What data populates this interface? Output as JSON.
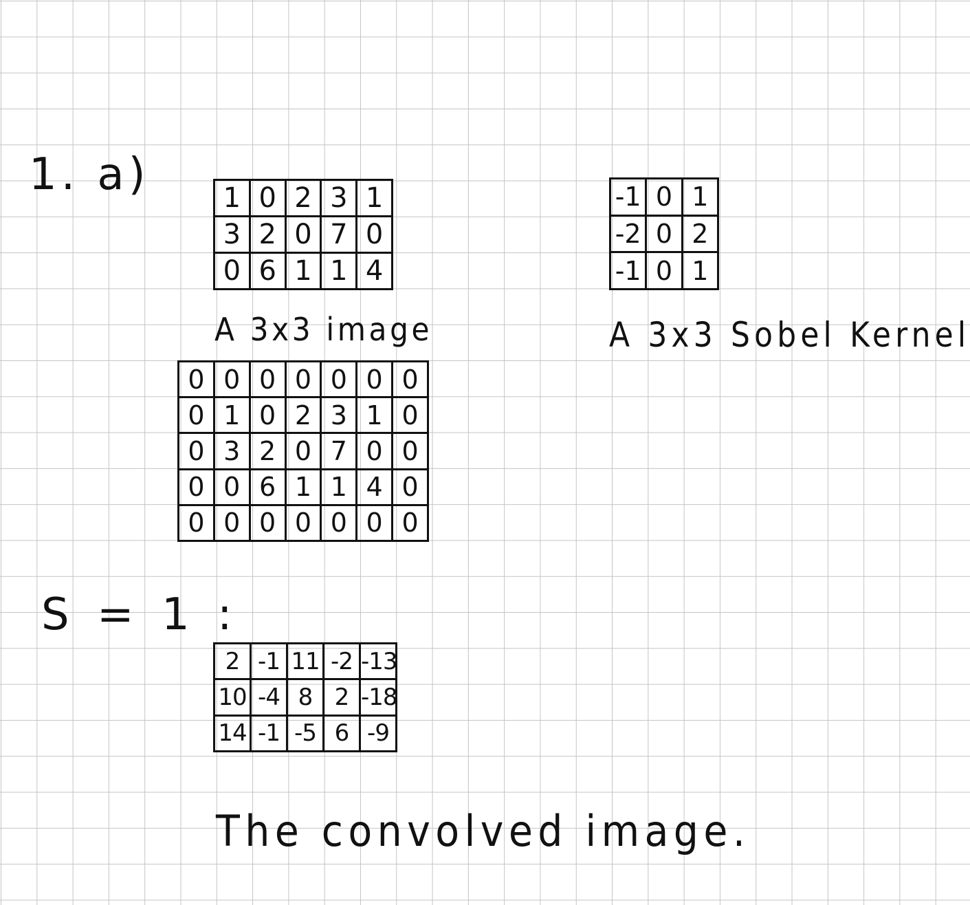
{
  "problem_label": "1. a)",
  "image_matrix": {
    "rows": [
      [
        "1",
        "0",
        "2",
        "3",
        "1"
      ],
      [
        "3",
        "2",
        "0",
        "7",
        "0"
      ],
      [
        "0",
        "6",
        "1",
        "1",
        "4"
      ]
    ],
    "caption": "A 3x3 image"
  },
  "kernel_matrix": {
    "rows": [
      [
        "-1",
        "0",
        "1"
      ],
      [
        "-2",
        "0",
        "2"
      ],
      [
        "-1",
        "0",
        "1"
      ]
    ],
    "caption": "A 3x3 Sobel Kernel"
  },
  "padded_matrix": {
    "rows": [
      [
        "0",
        "0",
        "0",
        "0",
        "0",
        "0",
        "0"
      ],
      [
        "0",
        "1",
        "0",
        "2",
        "3",
        "1",
        "0"
      ],
      [
        "0",
        "3",
        "2",
        "0",
        "7",
        "0",
        "0"
      ],
      [
        "0",
        "0",
        "6",
        "1",
        "1",
        "4",
        "0"
      ],
      [
        "0",
        "0",
        "0",
        "0",
        "0",
        "0",
        "0"
      ]
    ]
  },
  "stride_label": "S = 1 :",
  "convolved_matrix": {
    "rows": [
      [
        "2",
        "-1",
        "11",
        "-2",
        "-13"
      ],
      [
        "10",
        "-4",
        "8",
        "2",
        "-18"
      ],
      [
        "14",
        "-1",
        "-5",
        "6",
        "-9"
      ]
    ],
    "caption": "The convolved image."
  }
}
